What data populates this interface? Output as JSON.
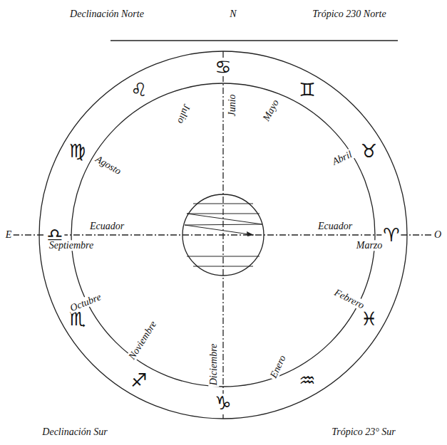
{
  "diagram": {
    "labels": [
      "Declinación Norte",
      "N",
      "Trópico 230 Norte",
      "♋",
      "♊",
      "♉",
      "♈",
      "♓",
      "♒",
      "♑",
      "♐",
      "♏",
      "♎",
      "♍",
      "♌",
      "Junio",
      "Mayo",
      "Abril",
      "Ecuador",
      "Marzo",
      "Febrero",
      "Enero",
      "Diciembre",
      "Noviembre",
      "Octubre",
      "Septiembre",
      "Ecuador",
      "Agosto",
      "Julio",
      "E",
      "O",
      "Declinación Sur",
      "Trópico 23° Sur"
    ]
  }
}
